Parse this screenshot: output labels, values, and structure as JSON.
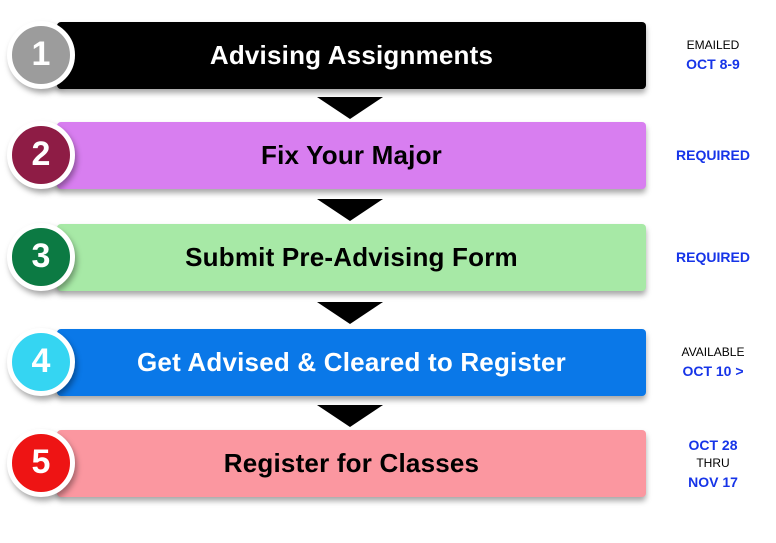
{
  "accent_color": "#1634E8",
  "steps": [
    {
      "number": "1",
      "title": "Advising Assignments",
      "bar_color": "#000000",
      "circle_color": "#9C9C9C",
      "title_color": "#FFFFFF",
      "note_lines": [
        {
          "text": "EMAILED",
          "style": "plain"
        },
        {
          "text": "OCT 8-9",
          "style": "accent"
        }
      ]
    },
    {
      "number": "2",
      "title": "Fix Your Major",
      "bar_color": "#D87EF0",
      "circle_color": "#8E1C45",
      "title_color": "#000000",
      "note_lines": [
        {
          "text": "REQUIRED",
          "style": "accent"
        }
      ]
    },
    {
      "number": "3",
      "title": "Submit Pre-Advising Form",
      "bar_color": "#A7E9A6",
      "circle_color": "#0C7A43",
      "title_color": "#000000",
      "note_lines": [
        {
          "text": "REQUIRED",
          "style": "accent"
        }
      ]
    },
    {
      "number": "4",
      "title": "Get Advised & Cleared to Register",
      "bar_color": "#0A78E8",
      "circle_color": "#35D5F2",
      "title_color": "#FFFFFF",
      "note_lines": [
        {
          "text": "AVAILABLE",
          "style": "plain"
        },
        {
          "text": "OCT 10 >",
          "style": "accent"
        }
      ]
    },
    {
      "number": "5",
      "title": "Register for Classes",
      "bar_color": "#FB97A0",
      "circle_color": "#EE1414",
      "title_color": "#000000",
      "note_lines": [
        {
          "text": "OCT 28",
          "style": "accent"
        },
        {
          "text": "THRU",
          "style": "plain"
        },
        {
          "text": "NOV 17",
          "style": "accent"
        }
      ]
    }
  ]
}
